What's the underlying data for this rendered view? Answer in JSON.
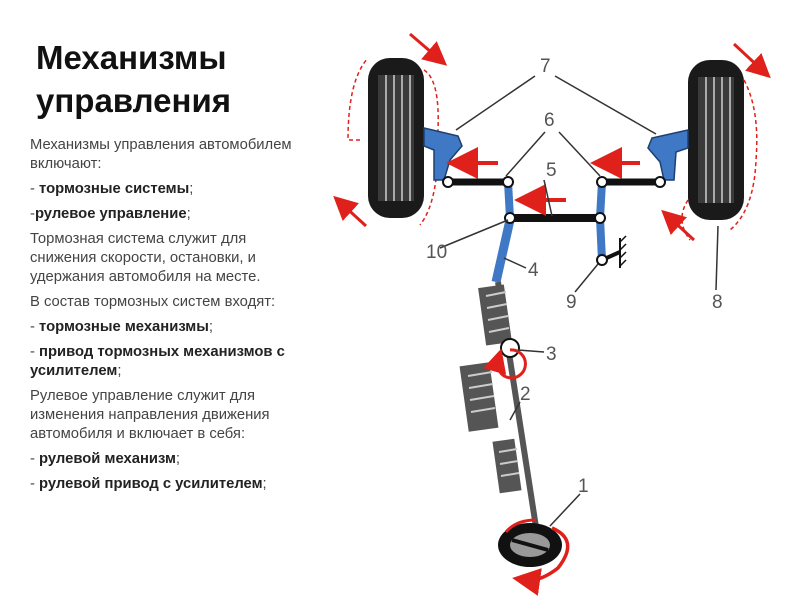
{
  "slide": {
    "title": "Механизмы управления",
    "paragraphs": [
      {
        "text": "Механизмы управления автомобилем включают:"
      },
      {
        "prefix": "- ",
        "bold": "тормозные системы",
        "suffix": ";"
      },
      {
        "prefix": "-",
        "bold": "рулевое управление",
        "suffix": ";"
      },
      {
        "text": "Тормозная система служит для снижения скорости, остановки, и удержания автомобиля на месте."
      },
      {
        "text": "В состав тормозных систем входят:"
      },
      {
        "prefix": "- ",
        "bold": "тормозные механизмы",
        "suffix": ";"
      },
      {
        "prefix": "- ",
        "bold": "привод тормозных механизмов с усилителем",
        "suffix": ";"
      },
      {
        "text": "Рулевое управление служит для изменения направления движения автомобиля и включает в себя:"
      },
      {
        "prefix": "- ",
        "bold": "рулевой механизм",
        "suffix": ";"
      },
      {
        "prefix": "- ",
        "bold": "рулевой привод с усилителем",
        "suffix": ";"
      }
    ]
  },
  "diagram": {
    "labels": {
      "n1": "1",
      "n2": "2",
      "n3": "3",
      "n4": "4",
      "n5": "5",
      "n6": "6",
      "n7": "7",
      "n8": "8",
      "n9": "9",
      "n10": "10"
    },
    "colors": {
      "accent_red": "#e0201a",
      "knuckle_blue": "#3f78c4",
      "rod_black": "#111111",
      "label_gray": "#555555"
    }
  }
}
